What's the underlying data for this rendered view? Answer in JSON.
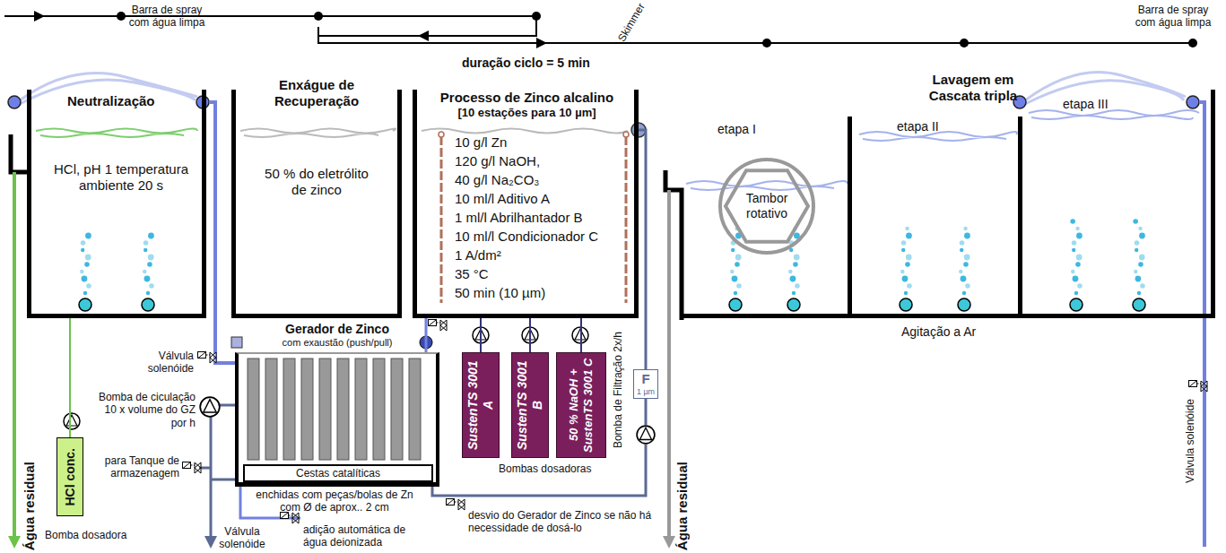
{
  "diagram": {
    "nodes": [
      {
        "text": [
          "Neutralização",
          "HCl, pH 1 temperatura ambiente 20 s"
        ]
      },
      {
        "text": [
          "Enxágue de Recuperação",
          "50 % do eletrólito de zinco"
        ]
      },
      {
        "text": [
          "Processo de Zinco alcalino",
          "[10 estações para 10 µm]",
          "10 g/l Zn",
          "120 g/l NaOH,",
          "40 g/l Na₂CO₃",
          "10 ml/l Aditivo A",
          "1 ml/l Abrilhantador B",
          "10 ml/l Condicionador C",
          "1 A/dm²",
          "35 °C",
          "50 min (10 µm)"
        ]
      },
      {
        "text": [
          "Lavagem em Cascata tripla"
        ]
      },
      {
        "text": [
          "etapa I"
        ],
        "in": 3
      },
      {
        "text": [
          "etapa II"
        ],
        "in": 3
      },
      {
        "text": [
          "etapa III"
        ],
        "in": 3
      },
      {
        "text": [
          "Tambor rotativo"
        ],
        "in": 4
      },
      {
        "text": [
          "Gerador de Zinco",
          "com exaustão (push/pull)"
        ]
      },
      {
        "text": [
          "Cestas catalíticas"
        ],
        "in": 8
      },
      {
        "text": [
          "HCl conc."
        ]
      },
      {
        "text": [
          "SustenTS 3001 A"
        ]
      },
      {
        "text": [
          "SustenTS 3001 B"
        ]
      },
      {
        "text": [
          "50 % NaOH + SustenTS 3001 C"
        ]
      },
      {
        "text": [
          "F",
          "1 µm"
        ]
      }
    ],
    "edges": [
      {
        "from": 10,
        "to": 0,
        "arrow": "none"
      },
      {
        "from": 11,
        "to": 2,
        "arrow": "none"
      },
      {
        "from": 12,
        "to": 2,
        "arrow": "none"
      },
      {
        "from": 13,
        "to": 2,
        "arrow": "none"
      },
      {
        "from": 14,
        "to": 2,
        "arrow": "none"
      },
      {
        "from": 2,
        "to": 8,
        "arrow": "none"
      }
    ],
    "labels": [
      "duração ciclo = 5 min",
      "Barra de spray com água limpa",
      "Skimmer",
      "Barra de spray com água limpa",
      "Agitação a Ar",
      "Água residual",
      "Válvula solenóide",
      "Bomba de ciculação 10 x volume do GZ por h",
      "para Tanque de armazenagem",
      "enchidas com peças/bolas de Zn com Ø de aprox.. 2 cm",
      "Válvula solenóide",
      "adição automática de água deionizada",
      "desvio do Gerador de Zinco se não há necessidade de dosá-lo",
      "Bombas dosadoras",
      "Bomba de Filtração 2x/h",
      "Bomba dosadora",
      "Água residual",
      "Válvula solenóide"
    ]
  }
}
